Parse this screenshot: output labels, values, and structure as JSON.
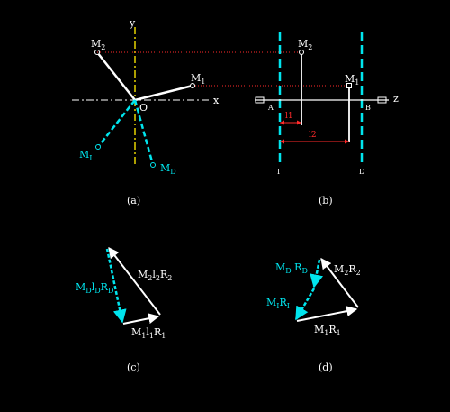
{
  "colors": {
    "background": "#000000",
    "white": "#ffffff",
    "cyan": "#00e5ee",
    "yellow": "#e6d200",
    "red": "#ff2a2a"
  },
  "panel_a": {
    "axis_x": "x",
    "axis_y": "y",
    "origin": "O",
    "m2": {
      "main": "M",
      "sub": "2"
    },
    "m1": {
      "main": "M",
      "sub": "1"
    },
    "mi": {
      "main": "M",
      "sub": "I"
    },
    "md": {
      "main": "M",
      "sub": "D"
    },
    "caption": "(a)"
  },
  "panel_b": {
    "m2": {
      "main": "M",
      "sub": "2"
    },
    "m1": {
      "main": "M",
      "sub": "1"
    },
    "axis_z": "z",
    "a": "A",
    "b": "B",
    "l1": "l1",
    "l2": "l2",
    "i": "I",
    "d": "D",
    "caption": "(b)"
  },
  "panel_c": {
    "m2l2r2": {
      "p1": "M",
      "s1": "2",
      "p2": "l",
      "s2": "2",
      "p3": "R",
      "s3": "2"
    },
    "mdldrd": {
      "p1": "M",
      "s1": "D",
      "p2": "l",
      "s2": "D",
      "p3": "R",
      "s3": "D"
    },
    "m1l1r1": {
      "p1": "M",
      "s1": "1",
      "p2": "l",
      "s2": "1",
      "p3": "R",
      "s3": "1"
    },
    "caption": "(c)"
  },
  "panel_d": {
    "mdrd": {
      "p1": "M",
      "s1": "D",
      "p2": " R",
      "s2": "D"
    },
    "m2r2": {
      "p1": "M",
      "s1": "2",
      "p2": "R",
      "s2": "2"
    },
    "mirl": {
      "p1": "M",
      "s1": "I",
      "p2": "R",
      "s2": "I"
    },
    "m1r1": {
      "p1": "M",
      "s1": "1",
      "p2": "R",
      "s2": "1"
    },
    "caption": "(d)"
  }
}
